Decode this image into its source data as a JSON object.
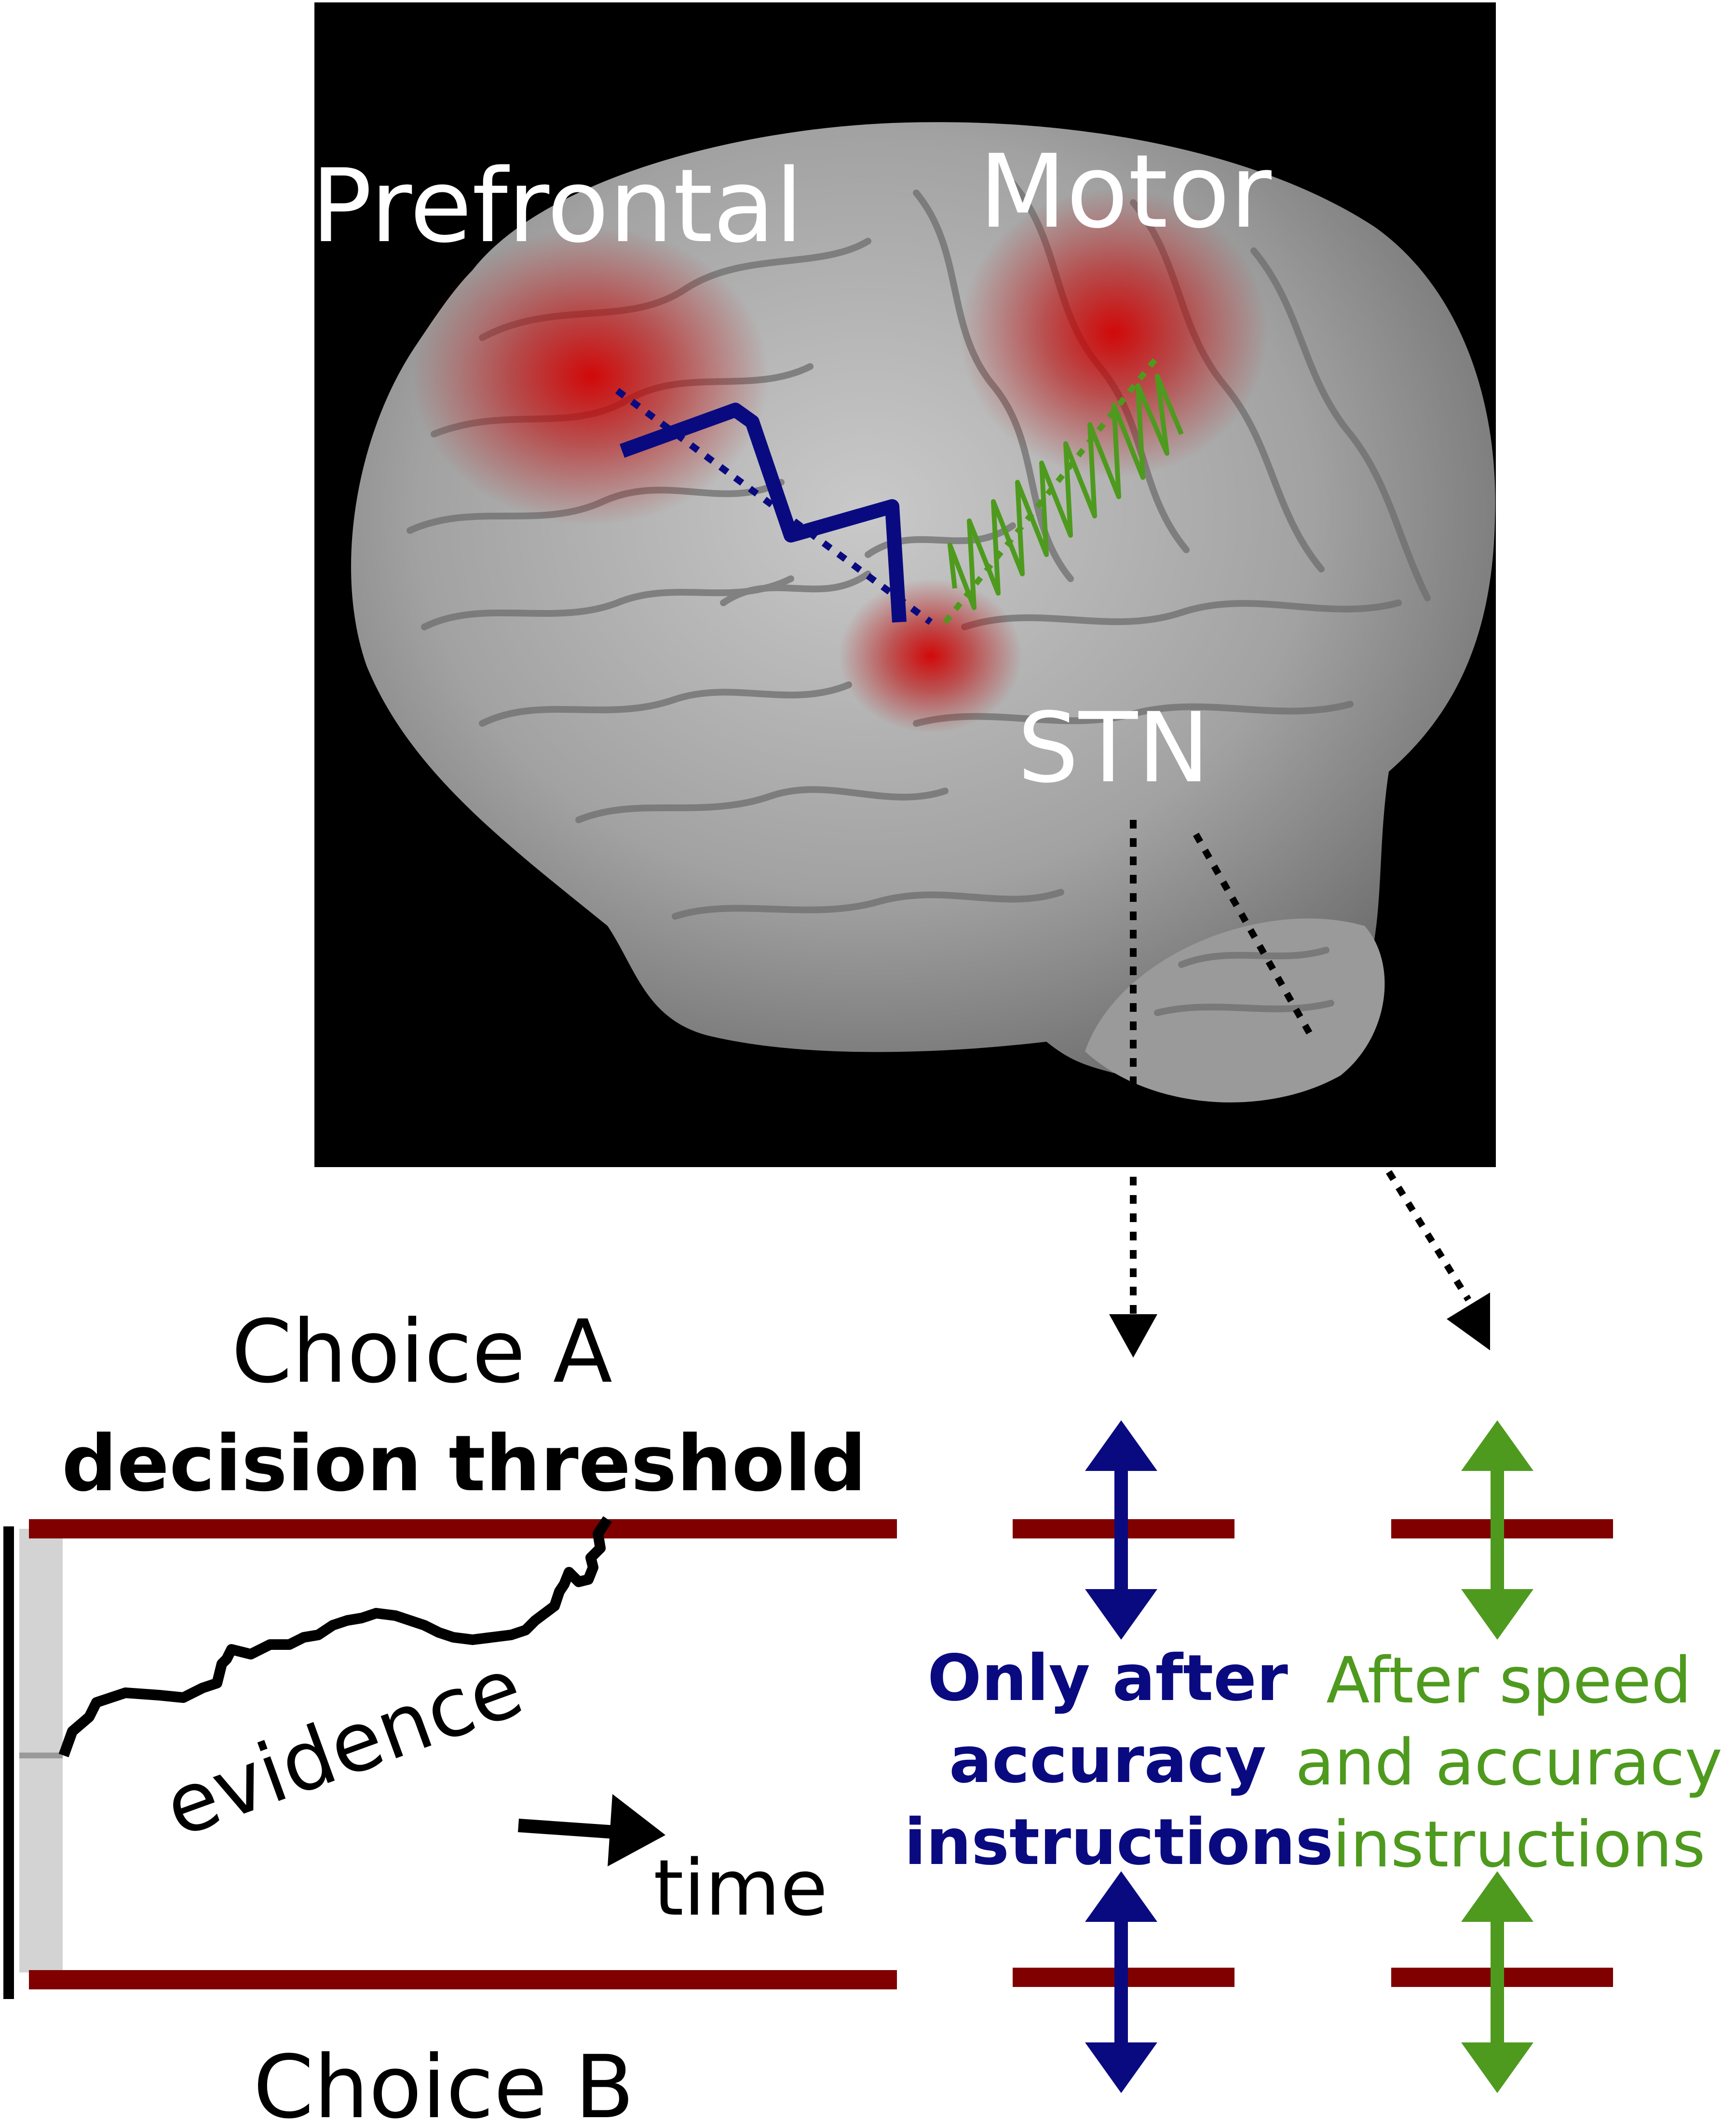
{
  "brain_labels": {
    "prefrontal": "Prefrontal",
    "motor": "Motor",
    "stn": "STN"
  },
  "decision_labels": {
    "choice_a": "Choice A",
    "threshold": "decision threshold",
    "choice_b": "Choice B",
    "evidence": "evidence",
    "time": "time"
  },
  "annotations": {
    "accuracy_only": {
      "lines": [
        "Only after",
        "accuracy",
        "instructions"
      ],
      "color": "#0a0a80"
    },
    "speed_and_accuracy": {
      "lines": [
        "After speed",
        "and accuracy",
        "instructions"
      ],
      "color": "#4e9a1e"
    }
  },
  "colors": {
    "threshold_line": "#800000",
    "prefrontal_connection": "#0a0a80",
    "motor_connection": "#4e9a1e",
    "activation": "#d40000",
    "background_panel": "#000000"
  }
}
